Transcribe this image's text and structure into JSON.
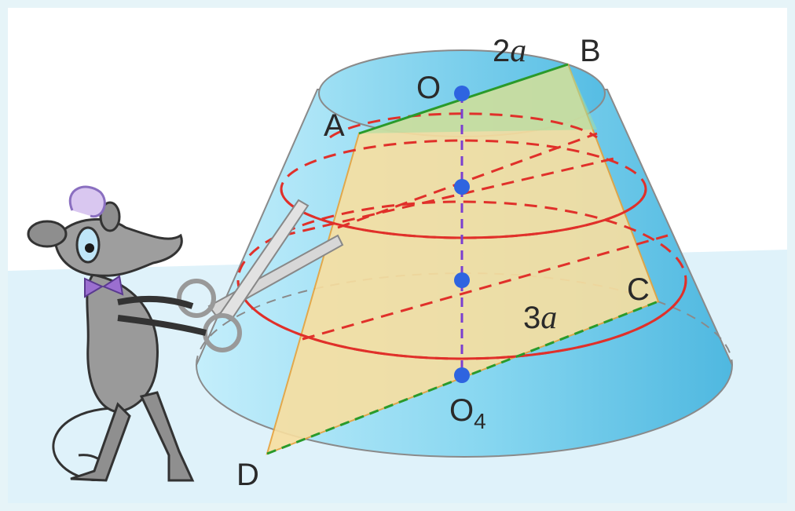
{
  "diagram": {
    "points": {
      "O": "O",
      "O4_main": "O",
      "O4_sub": "4",
      "A": "A",
      "B": "B",
      "C": "C",
      "D": "D"
    },
    "dimensions": {
      "top_radius": "2a",
      "bottom_radius": "3a",
      "top_radius_num": "2",
      "bottom_radius_num": "3",
      "var": "a"
    },
    "colors": {
      "cone_fill": "#7fd3ee",
      "section_fill": "#f8dfa0",
      "cut_line": "#e0302a",
      "axis_line": "#7a3fd0",
      "radius_line": "#2a9a2a",
      "point": "#2e64e0",
      "outline": "#777777",
      "floor": "#cdeaf6",
      "border": "#e6f4f8"
    }
  }
}
